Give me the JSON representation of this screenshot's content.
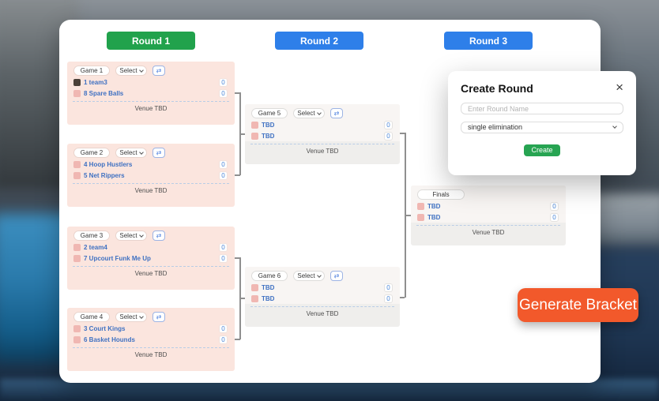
{
  "rounds": [
    {
      "label": "Round 1",
      "color": "#21a24c"
    },
    {
      "label": "Round 2",
      "color": "#2e7fe9"
    },
    {
      "label": "Round 3",
      "color": "#2e7fe9"
    }
  ],
  "bracket": {
    "select_label": "Select",
    "venue_label": "Venue TBD",
    "swap_icon": "⇄"
  },
  "games": [
    {
      "label": "Game 1",
      "teams": [
        {
          "name": "1 team3",
          "score": "0",
          "logo_color": "#4a4038"
        },
        {
          "name": "8 Spare Balls",
          "score": "0",
          "logo_color": "#f0b7b2"
        }
      ]
    },
    {
      "label": "Game 2",
      "teams": [
        {
          "name": "4 Hoop Hustlers",
          "score": "0",
          "logo_color": "#f0b7b2"
        },
        {
          "name": "5 Net Rippers",
          "score": "0",
          "logo_color": "#f0b7b2"
        }
      ]
    },
    {
      "label": "Game 3",
      "teams": [
        {
          "name": "2 team4",
          "score": "0",
          "logo_color": "#f0b7b2"
        },
        {
          "name": "7 Upcourt Funk Me Up",
          "score": "0",
          "logo_color": "#f0b7b2"
        }
      ]
    },
    {
      "label": "Game 4",
      "teams": [
        {
          "name": "3 Court Kings",
          "score": "0",
          "logo_color": "#f0b7b2"
        },
        {
          "name": "6 Basket Hounds",
          "score": "0",
          "logo_color": "#f0b7b2"
        }
      ]
    },
    {
      "label": "Game 5",
      "teams": [
        {
          "name": "TBD",
          "score": "0",
          "logo_color": "#f0b7b2"
        },
        {
          "name": "TBD",
          "score": "0",
          "logo_color": "#f0b7b2"
        }
      ]
    },
    {
      "label": "Game 6",
      "teams": [
        {
          "name": "TBD",
          "score": "0",
          "logo_color": "#f0b7b2"
        },
        {
          "name": "TBD",
          "score": "0",
          "logo_color": "#f0b7b2"
        }
      ]
    },
    {
      "label": "Finals",
      "teams": [
        {
          "name": "TBD",
          "score": "0",
          "logo_color": "#f0b7b2"
        },
        {
          "name": "TBD",
          "score": "0",
          "logo_color": "#f0b7b2"
        }
      ]
    }
  ],
  "modal": {
    "title": "Create Round",
    "close_icon": "×",
    "name_placeholder": "Enter Round Name",
    "type_value": "single elimination",
    "create_label": "Create"
  },
  "generate_button": {
    "label": "Generate Bracket",
    "color": "#f2592b"
  }
}
